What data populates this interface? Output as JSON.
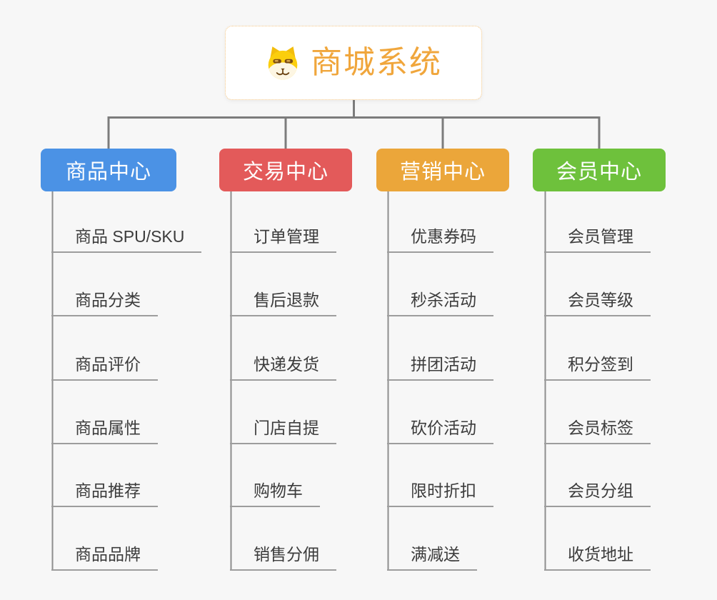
{
  "root": {
    "title": "商城系统",
    "icon": "doge-icon",
    "title_color": "#F0A63C",
    "border_color": "#F5C684"
  },
  "branches": [
    {
      "label": "商品中心",
      "color": "#4B92E5",
      "items": [
        "商品 SPU/SKU",
        "商品分类",
        "商品评价",
        "商品属性",
        "商品推荐",
        "商品品牌"
      ]
    },
    {
      "label": "交易中心",
      "color": "#E35A5A",
      "items": [
        "订单管理",
        "售后退款",
        "快递发货",
        "门店自提",
        "购物车",
        "销售分佣"
      ]
    },
    {
      "label": "营销中心",
      "color": "#EBA63A",
      "items": [
        "优惠券码",
        "秒杀活动",
        "拼团活动",
        "砍价活动",
        "限时折扣",
        "满减送"
      ]
    },
    {
      "label": "会员中心",
      "color": "#6EC13C",
      "items": [
        "会员管理",
        "会员等级",
        "积分签到",
        "会员标签",
        "会员分组",
        "收货地址"
      ]
    }
  ],
  "connector_color": "#7C7C7C",
  "trunk_color": "#8E8E8E",
  "underline_color": "#9D9D9D",
  "background_color": "#F7F7F7"
}
